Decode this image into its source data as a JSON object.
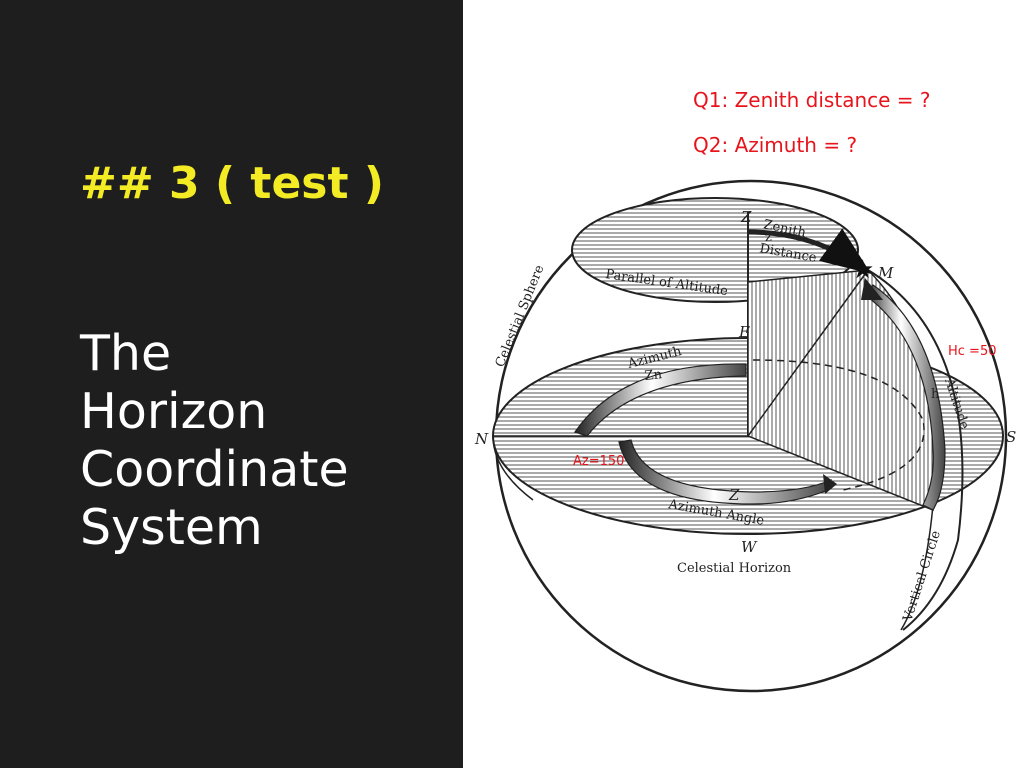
{
  "slide": {
    "heading": "## 3 ( test )",
    "title_lines": [
      "The",
      "Horizon",
      "Coordinate",
      "System"
    ],
    "questions": [
      "Q1:  Zenith distance = ?",
      "Q2:  Azimuth = ?"
    ]
  },
  "diagram": {
    "labels": {
      "zenith": "Z",
      "zenith_distance_line1": "Zenith",
      "zenith_distance_z": "z",
      "zenith_distance_line2": "Distance",
      "star": "M",
      "parallel": "Parallel of Altitude",
      "celestial_sphere": "Celestial Sphere",
      "east": "E",
      "azimuth": "Azimuth",
      "zn": "Zn",
      "north": "N",
      "south": "S",
      "west": "W",
      "h": "h",
      "altitude": "Altitude",
      "z_angle": "Z",
      "azimuth_angle": "Azimuth  Angle",
      "celestial_horizon": "Celestial  Horizon",
      "vertical_circle": "Vertical Circle"
    },
    "annotations": {
      "hc": "Hc =50",
      "az": "Az=150"
    }
  },
  "colors": {
    "background_left": "#1e1e1e",
    "heading": "#f3ec25",
    "title": "#ffffff",
    "question": "#e8141c"
  }
}
